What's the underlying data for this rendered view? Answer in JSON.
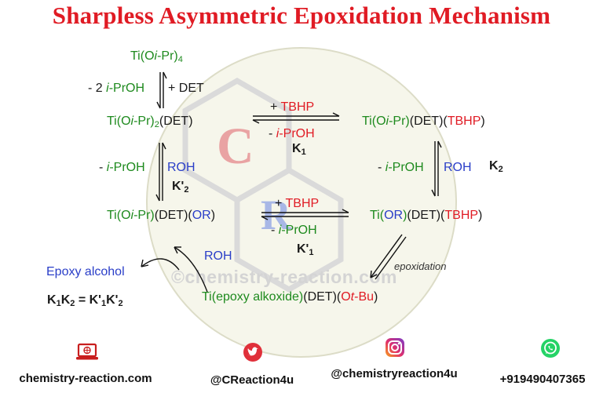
{
  "title": "Sharpless Asymmetric Epoxidation Mechanism",
  "watermark": {
    "text": "©chemistry-reaction.com",
    "logo_letter_c": "C",
    "logo_letter_r": "R"
  },
  "species": {
    "ti_oipr4": "Ti(Oi-Pr)4",
    "ti_oipr2_det": "Ti(Oi-Pr)2(DET)",
    "ti_oipr_det_tbhp": "Ti(Oi-Pr)(DET)(TBHP)",
    "ti_oipr_det_or": "Ti(Oi-Pr)(DET)(OR)",
    "ti_or_det_tbhp": "Ti(OR)(DET)(TBHP)",
    "ti_epoxy": "Ti(epoxy alkoxide)(DET)(Ot-Bu)",
    "epoxy_alcohol": "Epoxy alcohol"
  },
  "reagents": {
    "minus_2_iproh": "- 2 i-PrOH",
    "plus_det": "+ DET",
    "plus_tbhp": "+ TBHP",
    "minus_iproh": "- i-PrOH",
    "roh": "ROH",
    "epoxidation": "epoxidation"
  },
  "constants": {
    "k1": "K1",
    "k2": "K2",
    "k1_prime": "K'1",
    "k2_prime": "K'2",
    "relation": "K1K2 = K'1K'2"
  },
  "footer": {
    "website": "chemistry-reaction.com",
    "twitter": "@CReaction4u",
    "instagram": "@chemistryreaction4u",
    "whatsapp": "+919490407365"
  },
  "colors": {
    "title": "#e01b24",
    "green": "#1e8a1e",
    "red": "#e01b24",
    "blue": "#2a3ec8",
    "twitter_badge": "#e0303a",
    "whatsapp": "#25d366"
  }
}
